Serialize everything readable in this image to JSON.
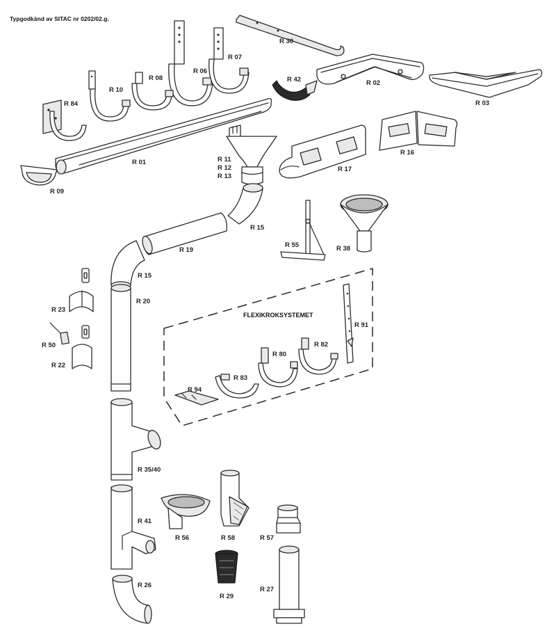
{
  "header": "Typgodkänd av SITAC nr 0202/02.g.",
  "section_title": "FLEXIKROKSYSTEMET",
  "parts": {
    "r01": "R 01",
    "r02": "R 02",
    "r03": "R 03",
    "r06": "R 06",
    "r07": "R 07",
    "r08": "R 08",
    "r09": "R 09",
    "r10": "R 10",
    "r11": "R 11",
    "r12": "R 12",
    "r13": "R 13",
    "r15a": "R 15",
    "r15b": "R 15",
    "r16": "R 16",
    "r17": "R 17",
    "r19": "R 19",
    "r20": "R 20",
    "r22": "R 22",
    "r23": "R 23",
    "r26": "R 26",
    "r27": "R 27",
    "r29": "R 29",
    "r30": "R 30",
    "r35": "R 35/40",
    "r38": "R 38",
    "r41": "R 41",
    "r42": "R 42",
    "r50": "R 50",
    "r55": "R 55",
    "r56": "R 56",
    "r57": "R 57",
    "r58": "R 58",
    "r80": "R 80",
    "r82": "R 82",
    "r83": "R 83",
    "r84": "R 84",
    "r91": "R 91",
    "r94": "R 94"
  }
}
